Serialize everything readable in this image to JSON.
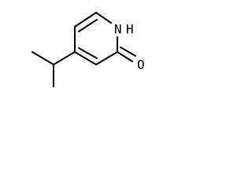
{
  "molecule": {
    "atoms": {
      "nitrogen": "N",
      "hydrogen": "H",
      "oxygen": "O"
    },
    "colors": {
      "bond": "#000000",
      "background": "#ffffff"
    }
  }
}
